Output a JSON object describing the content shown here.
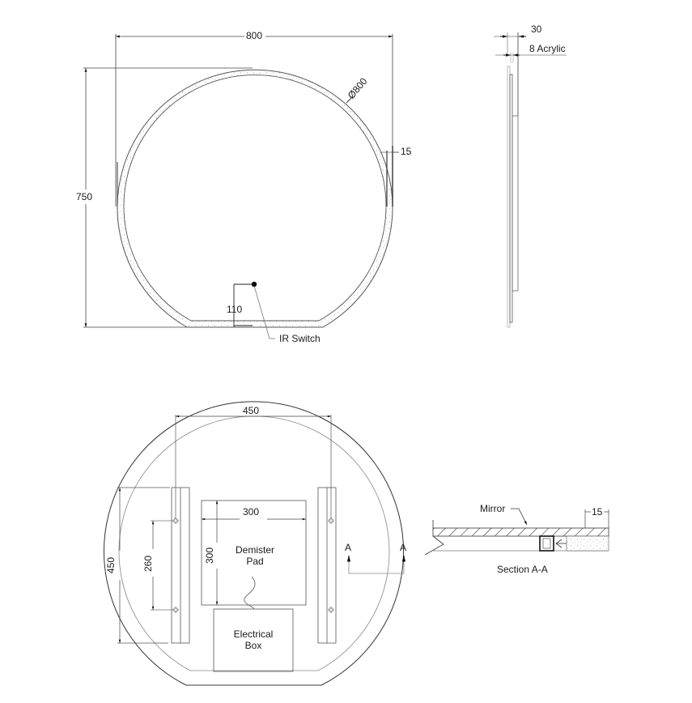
{
  "front_view": {
    "width_dim": "800",
    "height_dim": "750",
    "diameter_dim": "Ø800",
    "flat_offset_dim": "15",
    "switch_height_dim": "110",
    "switch_label": "IR Switch"
  },
  "side_view": {
    "depth_dim": "30",
    "acrylic_dim": "8 Acrylic"
  },
  "rear_view": {
    "rail_spacing_dim": "450",
    "rail_length_dim": "450",
    "hole_spacing_dim": "260",
    "pad_width_dim": "300",
    "pad_height_dim": "300",
    "pad_label_line1": "Demister",
    "pad_label_line2": "Pad",
    "box_label_line1": "Electrical",
    "box_label_line2": "Box",
    "section_marker_left": "A",
    "section_marker_right": "A"
  },
  "section": {
    "mirror_label": "Mirror",
    "border_dim": "15",
    "title": "Section A-A"
  },
  "colors": {
    "line": "#1a1a1a",
    "thin_line": "#777777",
    "background": "#ffffff"
  }
}
